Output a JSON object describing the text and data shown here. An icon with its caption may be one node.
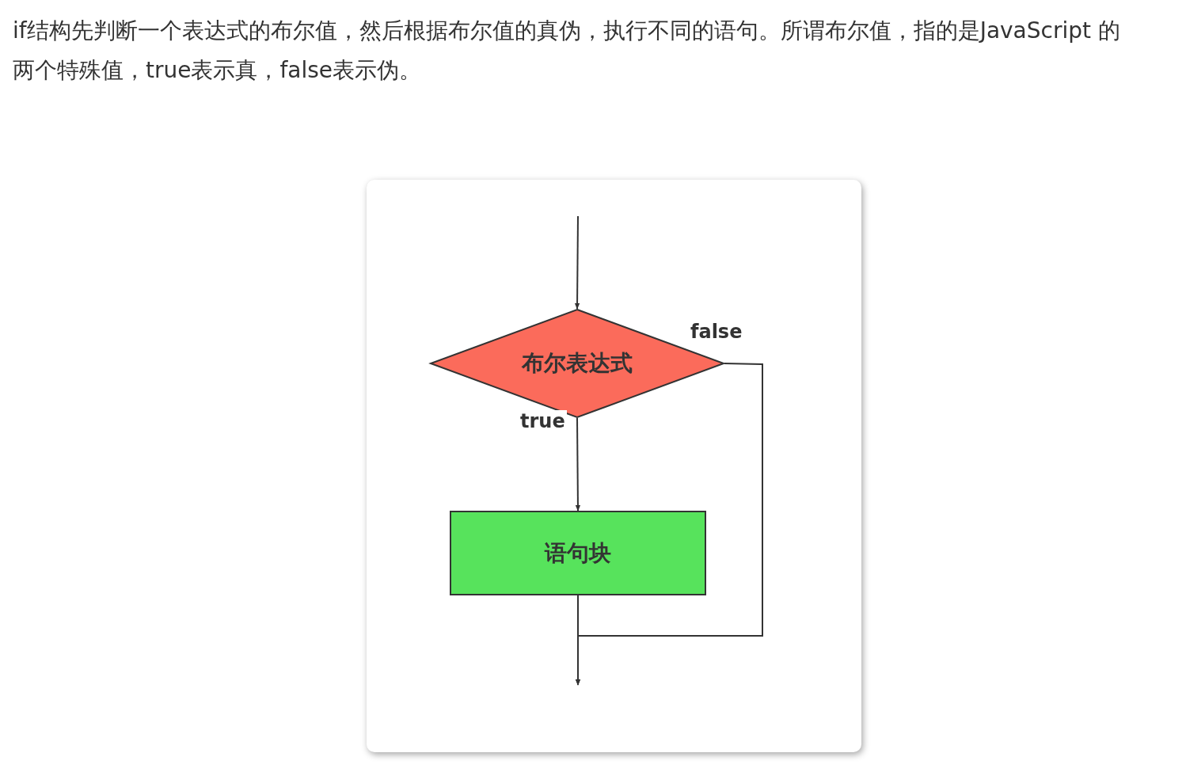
{
  "diagram": {
    "caption": "if结构先判断一个表达式的布尔值，然后根据布尔值的真伪，执行不同的语句。所谓布尔值，指的是JavaScript 的两个特殊值，true表示真，false表示伪。",
    "nodes": [
      {
        "text": [
          "布尔表达式"
        ]
      },
      {
        "text": [
          "语句块"
        ]
      }
    ],
    "edges": [
      {
        "from": null,
        "to": 0,
        "arrow": "to"
      },
      {
        "from": 0,
        "to": 1,
        "arrow": "to",
        "label": "true"
      },
      {
        "from": 0,
        "to": null,
        "arrow": "to",
        "label": "false"
      },
      {
        "from": 1,
        "to": null,
        "arrow": "to"
      }
    ]
  }
}
